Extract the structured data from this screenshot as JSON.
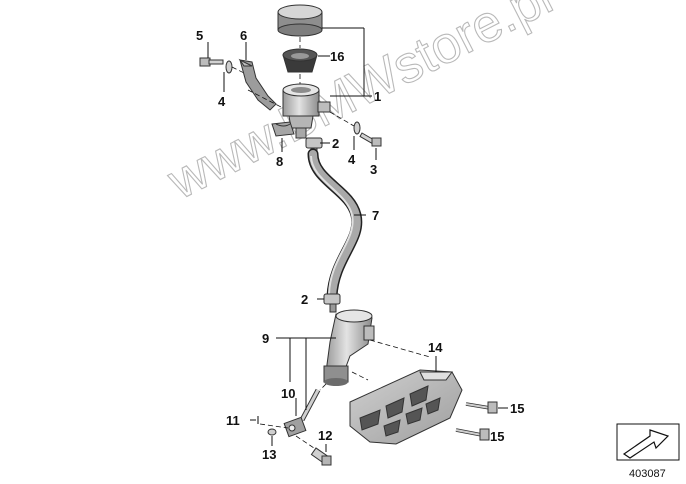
{
  "watermark": "www.BMWstore.pl",
  "reference_number": "403087",
  "callouts": {
    "c1": "1",
    "c2a": "2",
    "c2b": "2",
    "c3": "3",
    "c4a": "4",
    "c4b": "4",
    "c5": "5",
    "c6": "6",
    "c7": "7",
    "c8": "8",
    "c9": "9",
    "c10": "10",
    "c11": "11",
    "c12": "12",
    "c13": "13",
    "c14": "14",
    "c15a": "15",
    "c15b": "15",
    "c16": "16"
  },
  "colors": {
    "part_fill": "#c9c9c9",
    "part_dark": "#8f8f8f",
    "watermark": "#b9b9b9"
  },
  "icons": {
    "nav": "arrow-frame-icon"
  }
}
